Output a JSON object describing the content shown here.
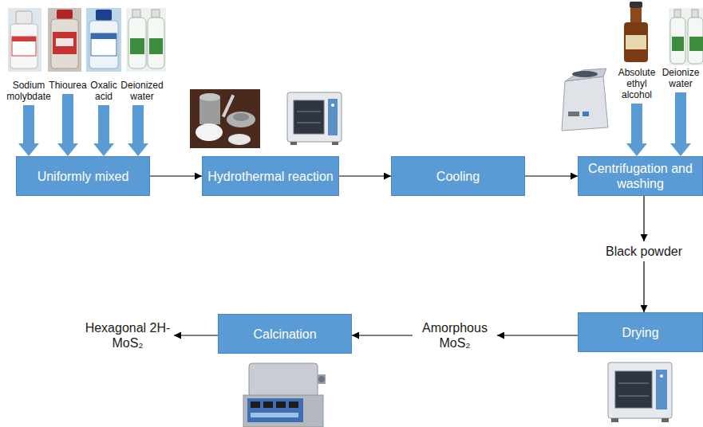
{
  "diagram": {
    "nodes": [
      {
        "text": [
          "Sodium molybdate"
        ]
      },
      {
        "text": [
          "Thiourea"
        ]
      },
      {
        "text": [
          "Oxalic acid"
        ]
      },
      {
        "text": [
          "Deionized water"
        ]
      },
      {
        "text": [
          "Absolute ethyl alcohol"
        ]
      },
      {
        "text": [
          "Deionize water"
        ]
      },
      {
        "text": [
          "Uniformly mixed"
        ]
      },
      {
        "text": [
          "Hydrothermal reaction"
        ]
      },
      {
        "text": [
          "Cooling"
        ]
      },
      {
        "text": [
          "Centrifugation and washing"
        ]
      },
      {
        "text": [
          "Black powder"
        ]
      },
      {
        "text": [
          "Drying"
        ]
      },
      {
        "text": [
          "Hexagonal 2H-MoS₂"
        ]
      },
      {
        "text": [
          "Calcination"
        ]
      },
      {
        "text": [
          "Amorphous MoS₂"
        ]
      }
    ],
    "edges": [
      {
        "from": 0,
        "to": 6,
        "arrow": "to"
      },
      {
        "from": 1,
        "to": 6,
        "arrow": "to"
      },
      {
        "from": 2,
        "to": 6,
        "arrow": "to"
      },
      {
        "from": 3,
        "to": 6,
        "arrow": "to"
      },
      {
        "from": 6,
        "to": 7,
        "arrow": "to"
      },
      {
        "from": 7,
        "to": 8,
        "arrow": "to"
      },
      {
        "from": 8,
        "to": 9,
        "arrow": "to"
      },
      {
        "from": 4,
        "to": 9,
        "arrow": "to"
      },
      {
        "from": 5,
        "to": 9,
        "arrow": "to"
      },
      {
        "from": 9,
        "to": 10,
        "arrow": "to"
      },
      {
        "from": 10,
        "to": 11,
        "arrow": "to"
      },
      {
        "from": 11,
        "to": 14,
        "arrow": "to"
      },
      {
        "from": 14,
        "to": 13,
        "arrow": "to"
      },
      {
        "from": 13,
        "to": 12,
        "arrow": "to"
      }
    ]
  }
}
